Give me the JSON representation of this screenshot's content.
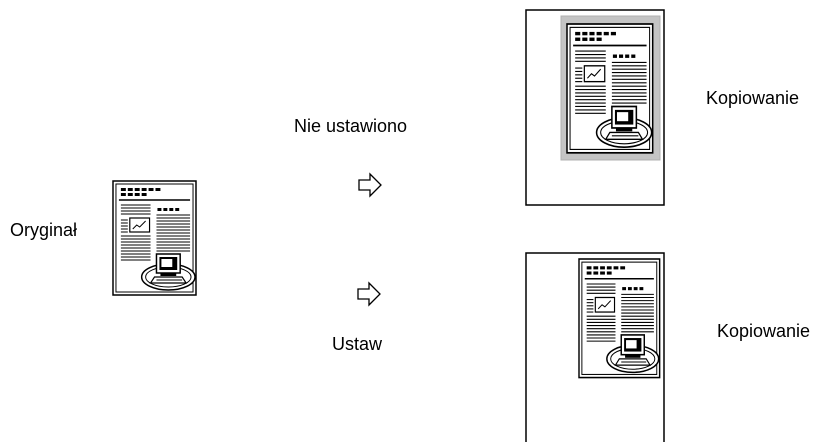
{
  "labels": {
    "original": "Oryginał",
    "not_set": "Nie ustawiono",
    "set": "Ustaw",
    "copy_top": "Kopiowanie",
    "copy_bottom": "Kopiowanie"
  },
  "icons": {
    "arrow": "right-arrow-icon",
    "document": "document-thumbnail-icon",
    "computer": "computer-icon",
    "chart": "chart-thumbnail-icon"
  },
  "colors": {
    "ink": "#000000",
    "paper": "#ffffff",
    "frame_border": "#c4c4c4"
  }
}
